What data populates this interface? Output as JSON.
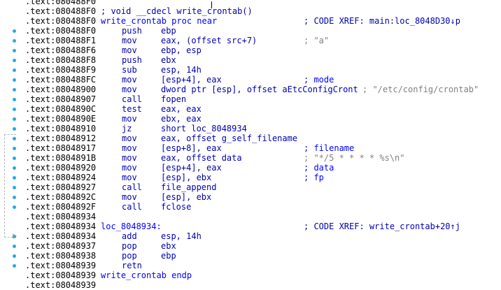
{
  "lines": [
    {
      "addr": ".text:080488F0",
      "label": "",
      "mnem": "",
      "ops": "",
      "cmt": "",
      "kind": "plain",
      "dot": false
    },
    {
      "addr": ".text:080488F0",
      "label": "",
      "mnem": "",
      "ops": "",
      "cmt": "; void __cdecl write_crontab()",
      "kind": "proto",
      "dot": false
    },
    {
      "addr": ".text:080488F0",
      "label": "write_crontab proc near",
      "mnem": "",
      "ops": "",
      "cmt": "; CODE XREF: main:loc_8048D30↓p",
      "kind": "xref",
      "dot": false
    },
    {
      "addr": ".text:080488F0",
      "label": "",
      "mnem": "push",
      "ops": "ebp",
      "cmt": "",
      "kind": "plain",
      "dot": true
    },
    {
      "addr": ".text:080488F1",
      "label": "",
      "mnem": "mov",
      "ops": "eax, (offset src+7)",
      "cmt": "; \"a\"",
      "kind": "str",
      "dot": true
    },
    {
      "addr": ".text:080488F6",
      "label": "",
      "mnem": "mov",
      "ops": "ebp, esp",
      "cmt": "",
      "kind": "plain",
      "dot": true
    },
    {
      "addr": ".text:080488F8",
      "label": "",
      "mnem": "push",
      "ops": "ebx",
      "cmt": "",
      "kind": "plain",
      "dot": true
    },
    {
      "addr": ".text:080488F9",
      "label": "",
      "mnem": "sub",
      "ops": "esp, 14h",
      "cmt": "",
      "kind": "plain",
      "dot": true
    },
    {
      "addr": ".text:080488FC",
      "label": "",
      "mnem": "mov",
      "ops": "[esp+4], eax",
      "cmt": "; mode",
      "kind": "fn",
      "dot": true
    },
    {
      "addr": ".text:08048900",
      "label": "",
      "mnem": "mov",
      "ops": "dword ptr [esp], offset aEtcConfigCront",
      "cmt": "; \"/etc/config/crontab\"",
      "kind": "strwide",
      "dot": true
    },
    {
      "addr": ".text:08048907",
      "label": "",
      "mnem": "call",
      "ops": "fopen",
      "cmt": "",
      "kind": "plain",
      "dot": true
    },
    {
      "addr": ".text:0804890C",
      "label": "",
      "mnem": "test",
      "ops": "eax, eax",
      "cmt": "",
      "kind": "plain",
      "dot": true
    },
    {
      "addr": ".text:0804890E",
      "label": "",
      "mnem": "mov",
      "ops": "ebx, eax",
      "cmt": "",
      "kind": "plain",
      "dot": true
    },
    {
      "addr": ".text:08048910",
      "label": "",
      "mnem": "jz",
      "ops": "short loc_8048934",
      "cmt": "",
      "kind": "plain",
      "dot": true
    },
    {
      "addr": ".text:08048912",
      "label": "",
      "mnem": "mov",
      "ops": "eax, offset g_self_filename",
      "cmt": "",
      "kind": "plain",
      "dot": true
    },
    {
      "addr": ".text:08048917",
      "label": "",
      "mnem": "mov",
      "ops": "[esp+8], eax",
      "cmt": "; filename",
      "kind": "fn",
      "dot": true
    },
    {
      "addr": ".text:0804891B",
      "label": "",
      "mnem": "mov",
      "ops": "eax, offset data",
      "cmt": "; \"*/5 * * * * %s\\n\"",
      "kind": "str",
      "dot": true
    },
    {
      "addr": ".text:08048920",
      "label": "",
      "mnem": "mov",
      "ops": "[esp+4], eax",
      "cmt": "; data",
      "kind": "fn",
      "dot": true
    },
    {
      "addr": ".text:08048924",
      "label": "",
      "mnem": "mov",
      "ops": "[esp], ebx",
      "cmt": "; fp",
      "kind": "fn",
      "dot": true
    },
    {
      "addr": ".text:08048927",
      "label": "",
      "mnem": "call",
      "ops": "file_append",
      "cmt": "",
      "kind": "plain",
      "dot": true
    },
    {
      "addr": ".text:0804892C",
      "label": "",
      "mnem": "mov",
      "ops": "[esp], ebx",
      "cmt": "",
      "kind": "plain",
      "dot": true
    },
    {
      "addr": ".text:0804892F",
      "label": "",
      "mnem": "call",
      "ops": "fclose",
      "cmt": "",
      "kind": "plain",
      "dot": true
    },
    {
      "addr": ".text:08048934",
      "label": "",
      "mnem": "",
      "ops": "",
      "cmt": "",
      "kind": "plain",
      "dot": false
    },
    {
      "addr": ".text:08048934",
      "label": "loc_8048934:",
      "mnem": "",
      "ops": "",
      "cmt": "; CODE XREF: write_crontab+20↑j",
      "kind": "xref",
      "dot": false
    },
    {
      "addr": ".text:08048934",
      "label": "",
      "mnem": "add",
      "ops": "esp, 14h",
      "cmt": "",
      "kind": "plain",
      "dot": true
    },
    {
      "addr": ".text:08048937",
      "label": "",
      "mnem": "pop",
      "ops": "ebx",
      "cmt": "",
      "kind": "plain",
      "dot": true
    },
    {
      "addr": ".text:08048938",
      "label": "",
      "mnem": "pop",
      "ops": "ebp",
      "cmt": "",
      "kind": "plain",
      "dot": true
    },
    {
      "addr": ".text:08048939",
      "label": "",
      "mnem": "retn",
      "ops": "",
      "cmt": "",
      "kind": "plain",
      "dot": true
    },
    {
      "addr": ".text:08048939",
      "label": "write_crontab endp",
      "mnem": "",
      "ops": "",
      "cmt": "",
      "kind": "plain",
      "dot": false
    },
    {
      "addr": ".text:08048939",
      "label": "",
      "mnem": "",
      "ops": "",
      "cmt": "",
      "kind": "plain",
      "dot": false
    }
  ],
  "colors": {
    "address": "#000000",
    "label": "#0000ff",
    "instruction": "#0000b0",
    "string_comment": "#808080",
    "xref_comment": "#0000b0",
    "breakpoint_dot": "#29a8e0",
    "jump_arrow": "#b8b8b8"
  }
}
